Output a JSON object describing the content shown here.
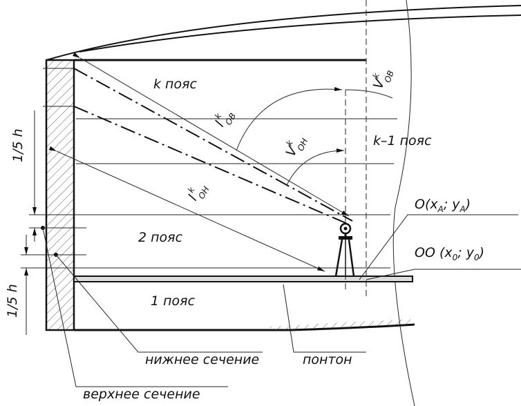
{
  "labels": {
    "belt_k": "k пояс",
    "belt_k_minus_1": "k–1 пояс",
    "belt_2": "2 пояс",
    "belt_1": "1 пояс",
    "fifth_h_top": "1/5 h",
    "fifth_h_bottom": "1/5 h",
    "lower_section": "нижнее сечение",
    "pontoon": "понтон",
    "upper_section": "верхнее сечение"
  },
  "symbols": {
    "v_ob": {
      "base": "V",
      "sup": "k",
      "sub": "ОВ"
    },
    "v_oh": {
      "base": "V",
      "sup": "k",
      "sub": "ОН"
    },
    "l_ob": {
      "base": "l",
      "sup": "k",
      "sub": "ОВ"
    },
    "l_oh": {
      "base": "l",
      "sup": "k",
      "sub": "ОН"
    }
  },
  "points": {
    "o": {
      "name": "O(x",
      "sub1": "A",
      "sep": "; y",
      "sub2": "A",
      "end": ")"
    },
    "oo": {
      "name": "OO (x",
      "sub1": "0",
      "sep": "; y",
      "sub2": "0",
      "end": ")"
    }
  }
}
